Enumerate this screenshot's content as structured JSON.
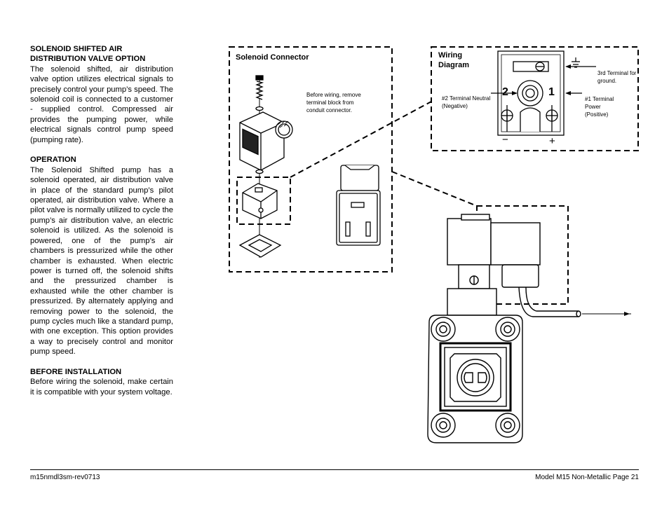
{
  "sections": [
    {
      "heading_line1": "SOLENOID SHIFTED AIR",
      "heading_line2": "DISTRIBUTION VALVE OPTION",
      "body": "The solenoid shifted, air distribution valve option utilizes electrical signals to precisely control your pump’s speed. The solenoid coil is connected to a customer - supplied control. Compressed air provides the pumping power, while electrical signals control pump speed (pumping rate)."
    },
    {
      "heading_line1": "OPERATION",
      "body": "The Solenoid Shifted pump has a solenoid operated, air distribution valve in place of the standard pump’s pilot operated, air distribution valve. Where a pilot valve is normally utilized to cycle the pump’s air distribution valve, an electric solenoid is utilized. As the solenoid is powered, one of the pump’s air chambers is pressurized while the other chamber is exhausted. When electric power is turned off, the solenoid shifts and the pressurized chamber is exhausted while the other chamber is pressurized. By alternately applying and removing power to the solenoid, the pump cycles much like a standard pump, with one exception. This option provides a way to precisely control and monitor pump speed."
    },
    {
      "heading_line1": "BEFORE INSTALLATION",
      "body": "Before wiring the solenoid, make certain it is compatible with your system voltage."
    }
  ],
  "connector_panel": {
    "title": "Solenoid Connector",
    "note_line1": "Before wiring, remove",
    "note_line2": "terminal block from",
    "note_line3": "conduit connector."
  },
  "wiring_panel": {
    "title_line1": "Wiring",
    "title_line2": "Diagram",
    "terminal_3_line1": "3rd Terminal for",
    "terminal_3_line2": "ground.",
    "terminal_2_line1": "#2 Terminal Neutral",
    "terminal_2_line2": "(Negative)",
    "terminal_1_line1": "#1 Terminal",
    "terminal_1_line2": "Power",
    "terminal_1_line3": "(Positive)",
    "num_2": "2",
    "num_1": "1",
    "minus": "−",
    "plus": "+"
  },
  "footer": {
    "left": "m15nmdl3sm-rev0713",
    "right": "Model M15 Non-Metallic Page 21"
  }
}
